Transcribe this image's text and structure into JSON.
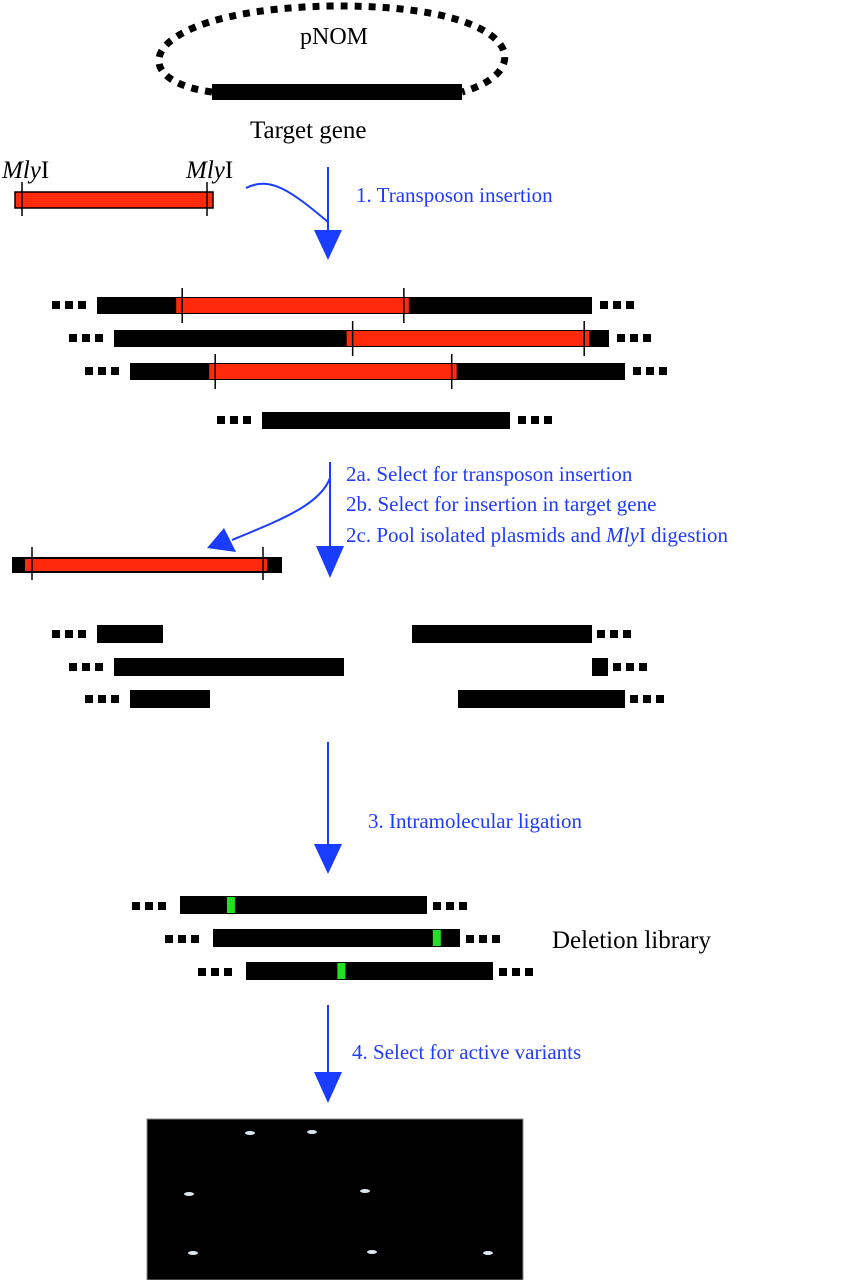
{
  "colors": {
    "dna": "#000000",
    "transposon": "#ff2a0c",
    "arrow": "#1a3cff",
    "scar": "#22e022",
    "plate_bg": "#000000",
    "colony": "#d8e8f0"
  },
  "plasmid": {
    "name": "pNOM",
    "gene_label": "Target gene"
  },
  "transposon": {
    "site_label_italic": "Mly",
    "site_label_roman": "I"
  },
  "steps": {
    "step1": "1. Transposon insertion",
    "step2a": "2a. Select for transposon insertion",
    "step2b": "2b. Select for insertion in target gene",
    "step2c_pre": "2c. Pool isolated plasmids and ",
    "step2c_italic": "Mly",
    "step2c_post": "I digestion",
    "step3": "3. Intramolecular ligation",
    "step4": "4. Select for active variants"
  },
  "deletion_library_label": "Deletion library",
  "insertion_library": {
    "rows": [
      {
        "insert_start_frac": 0.16,
        "insert_end_frac": 0.63
      },
      {
        "insert_start_frac": 0.47,
        "insert_end_frac": 0.96
      },
      {
        "insert_start_frac": 0.16,
        "insert_end_frac": 0.66
      },
      {
        "insert_start_frac": null,
        "insert_end_frac": null
      }
    ]
  },
  "deletion_library": {
    "rows": [
      {
        "scar_frac": 0.19
      },
      {
        "scar_frac": 0.89
      },
      {
        "scar_frac": 0.37
      }
    ]
  },
  "plate": {
    "colony_count": 7
  }
}
